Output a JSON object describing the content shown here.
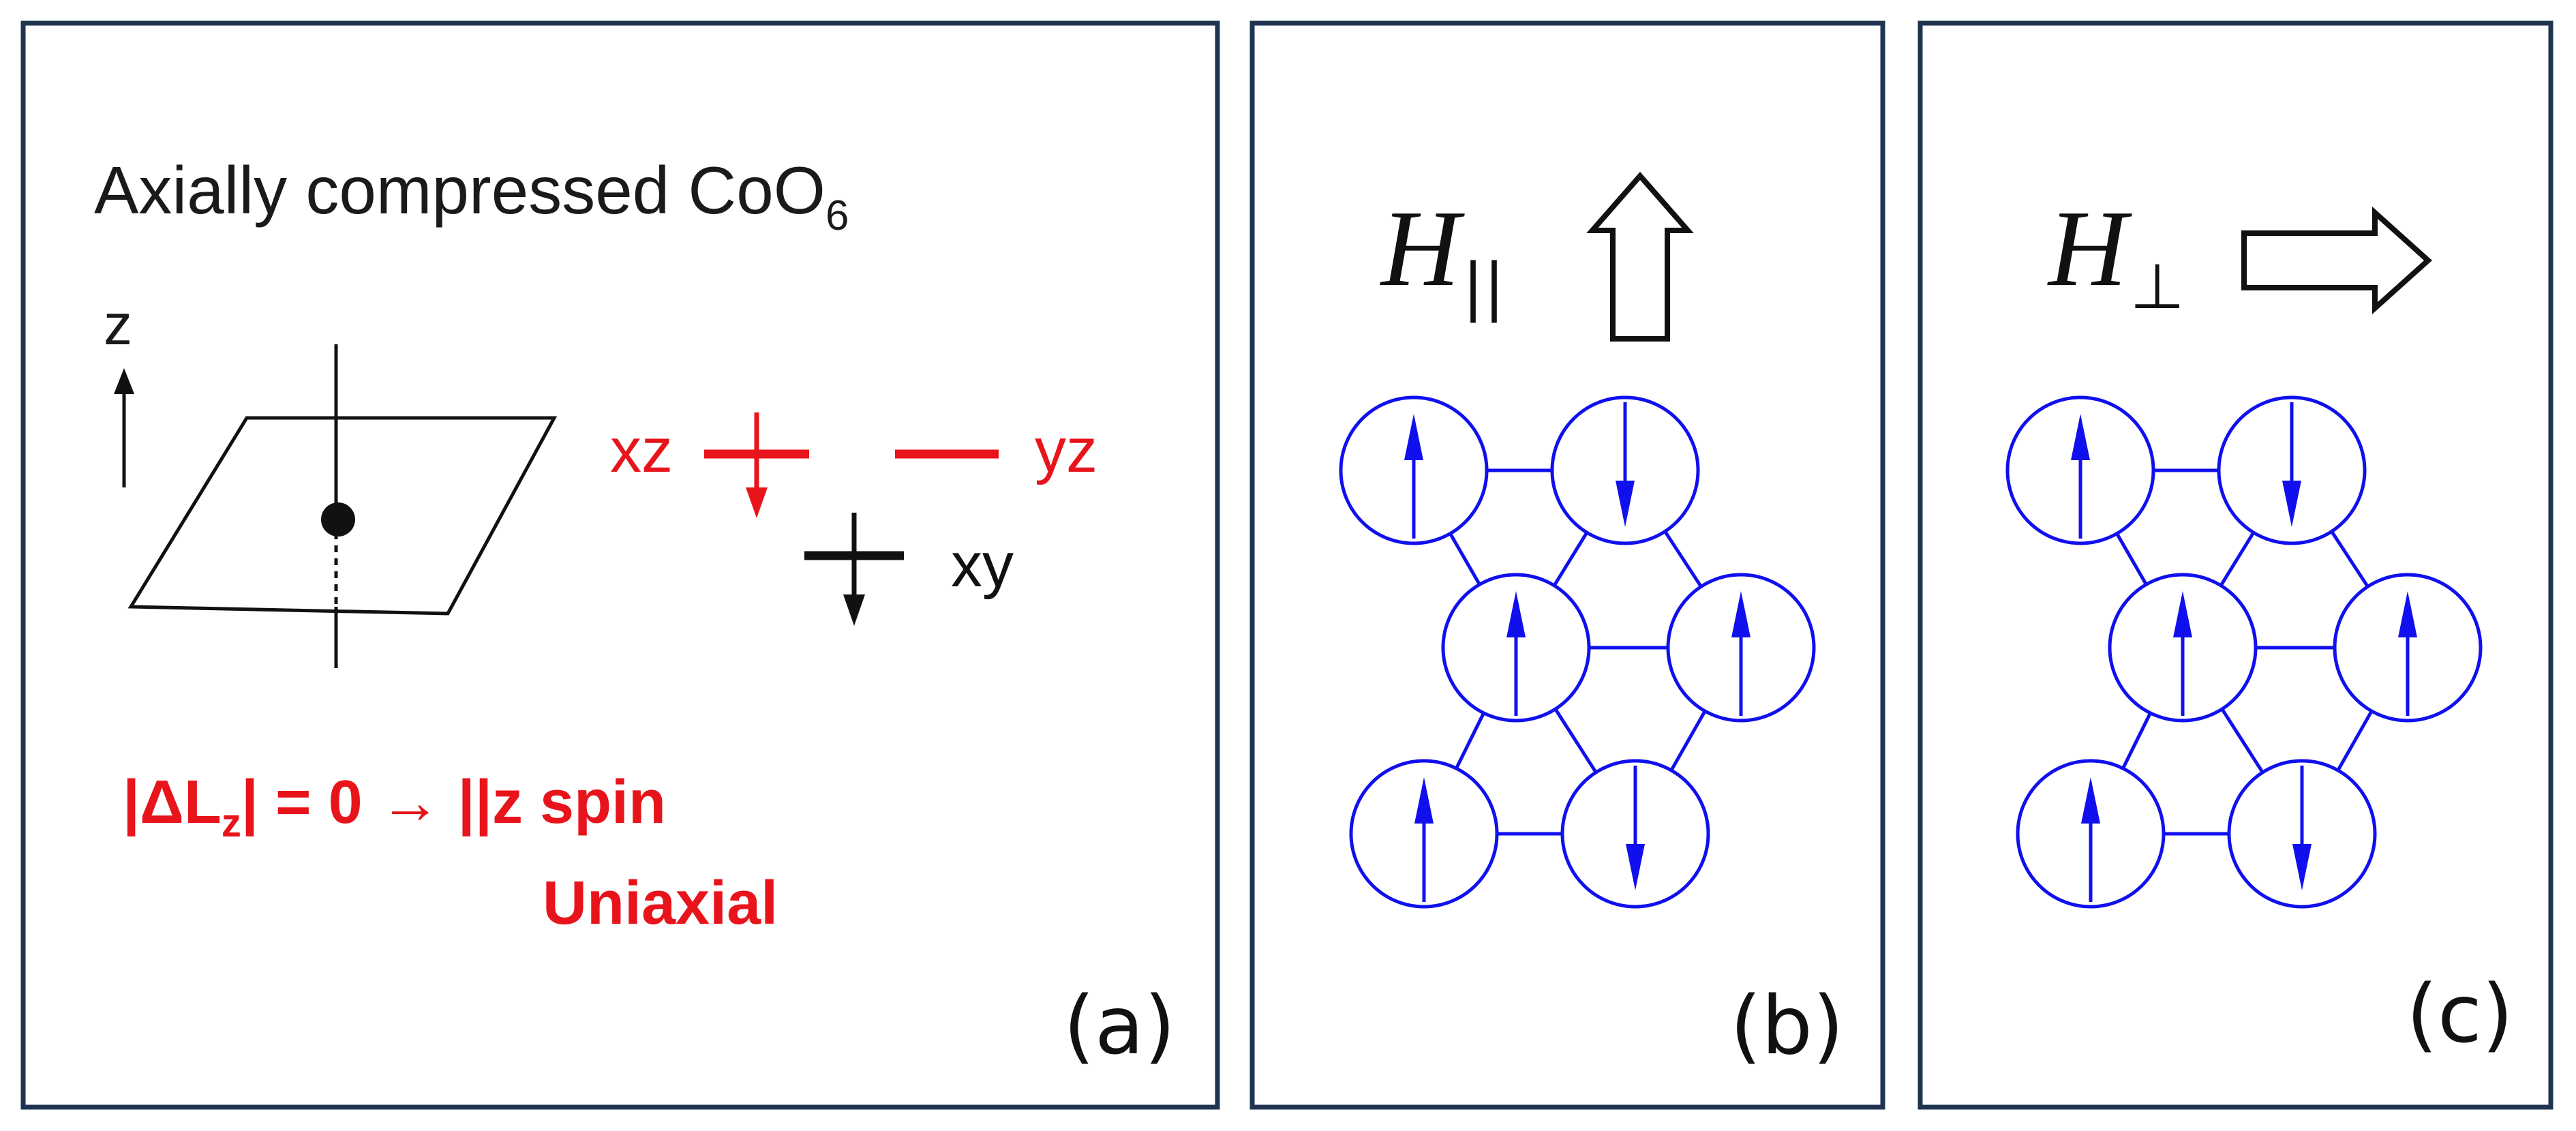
{
  "panel_a": {
    "title": "Axially compressed CoO",
    "title_subscript": "6",
    "axis_label": "z",
    "orbital_xz": "xz",
    "orbital_yz": "yz",
    "orbital_xy": "xy",
    "equation_open": "|ΔL",
    "equation_sub": "z",
    "equation_close": "| = 0 → ||z spin",
    "equation_line2": "Uniaxial",
    "label": "(a)",
    "colors": {
      "accent": "#e8141b",
      "ink": "#111111"
    }
  },
  "panel_b": {
    "field_symbol": "H",
    "field_subscript": "||",
    "field_arrow_direction": "up",
    "label": "(b)",
    "spins": [
      "up",
      "down",
      "up",
      "up",
      "up",
      "down"
    ]
  },
  "panel_c": {
    "field_symbol": "H",
    "field_subscript": "⊥",
    "field_arrow_direction": "right",
    "label": "(c)",
    "spins": [
      "up",
      "down",
      "up",
      "up",
      "up",
      "down"
    ]
  },
  "colors": {
    "frame": "#1f3450",
    "spin_blue": "#1010ee"
  }
}
